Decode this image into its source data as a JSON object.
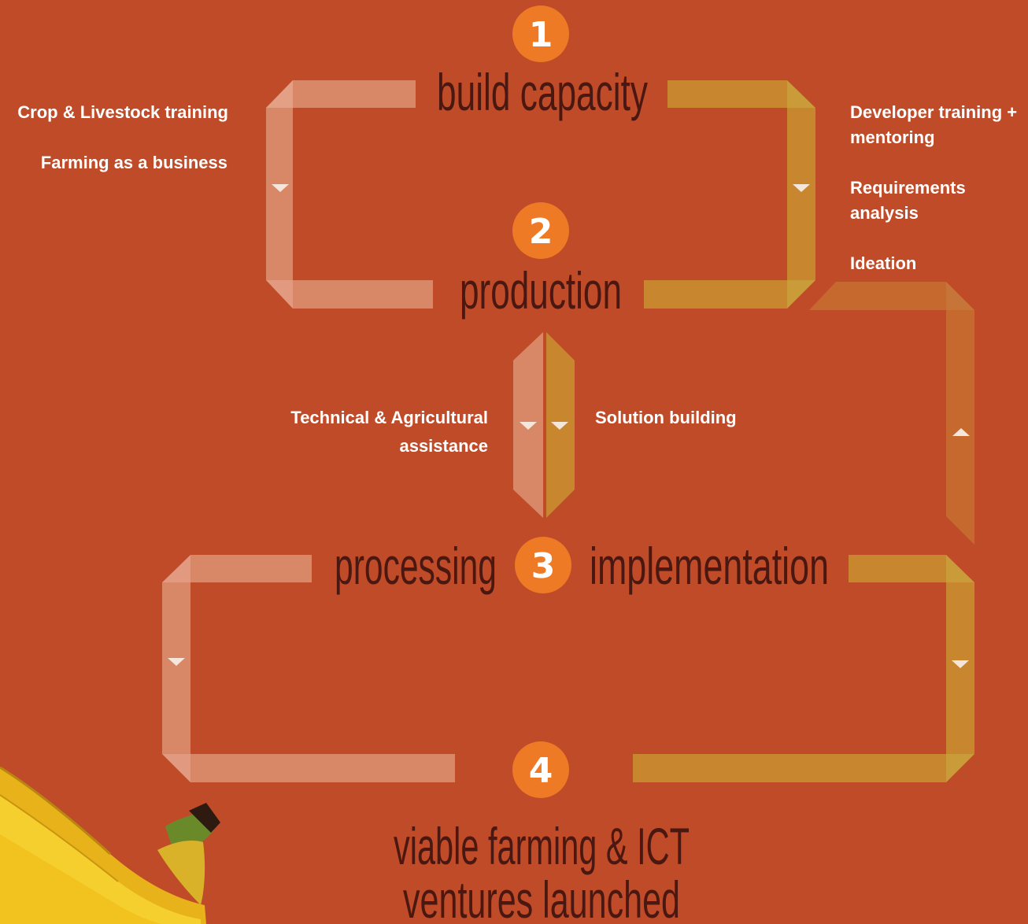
{
  "colors": {
    "background": "#c04b28",
    "stage_text": "#4a1810",
    "number_circle": "#ee7a25",
    "band_light": "#d98b6a",
    "band_gold": "#c8892e",
    "note_text": "#ffffff"
  },
  "stages": [
    {
      "number": "1",
      "label": "build capacity"
    },
    {
      "number": "2",
      "label": "production"
    },
    {
      "number": "3",
      "label_left": "processing",
      "label_right": "implementation"
    },
    {
      "number": "4",
      "label_line1": "viable farming & ICT",
      "label_line2": "ventures launched"
    }
  ],
  "notes": {
    "farming_1": "Crop & Livestock training",
    "farming_2": "Farming as a business",
    "ict_1_line1": "Developer training +",
    "ict_1_line2": "mentoring",
    "ict_2_line1": "Requirements",
    "ict_2_line2": "analysis",
    "ict_3": "Ideation",
    "farming_3_line1": "Technical & Agricultural",
    "farming_3_line2": "assistance",
    "ict_4": "Solution building"
  },
  "decoration": {
    "image": "banana-bunch"
  }
}
